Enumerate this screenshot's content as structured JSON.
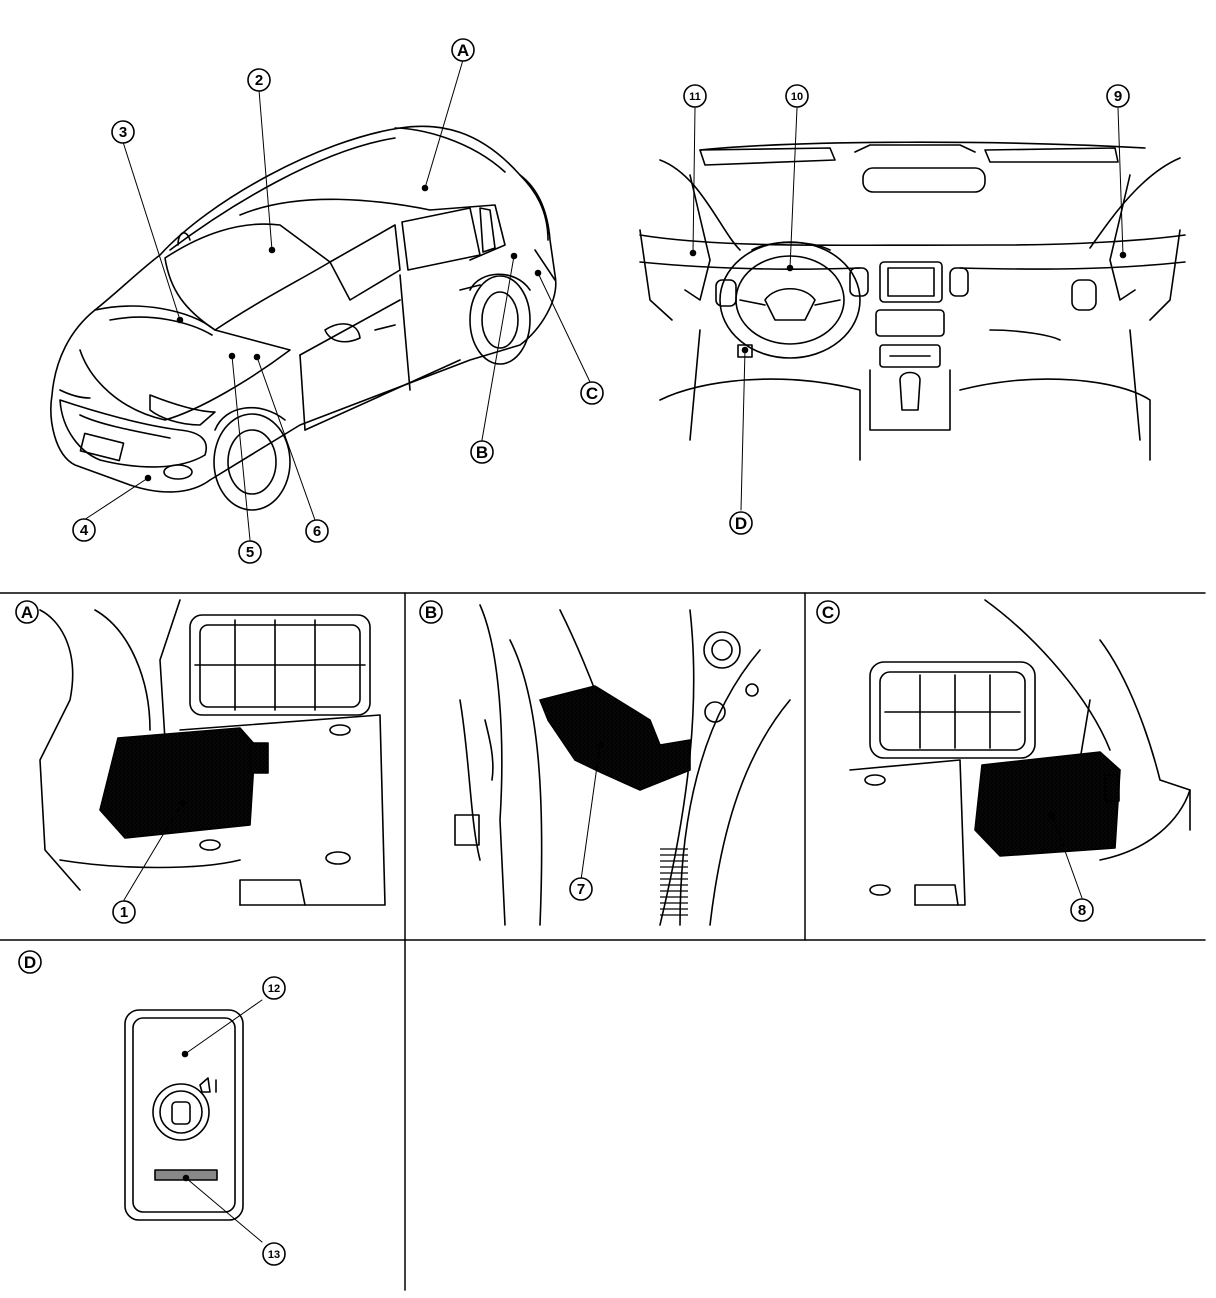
{
  "callouts": {
    "c1": "1",
    "c2": "2",
    "c3": "3",
    "c4": "4",
    "c5": "5",
    "c6": "6",
    "c7": "7",
    "c8": "8",
    "c9": "9",
    "c10": "10",
    "c11": "11",
    "c12": "12",
    "c13": "13"
  },
  "views": {
    "A": "A",
    "B": "B",
    "C": "C",
    "D": "D"
  }
}
